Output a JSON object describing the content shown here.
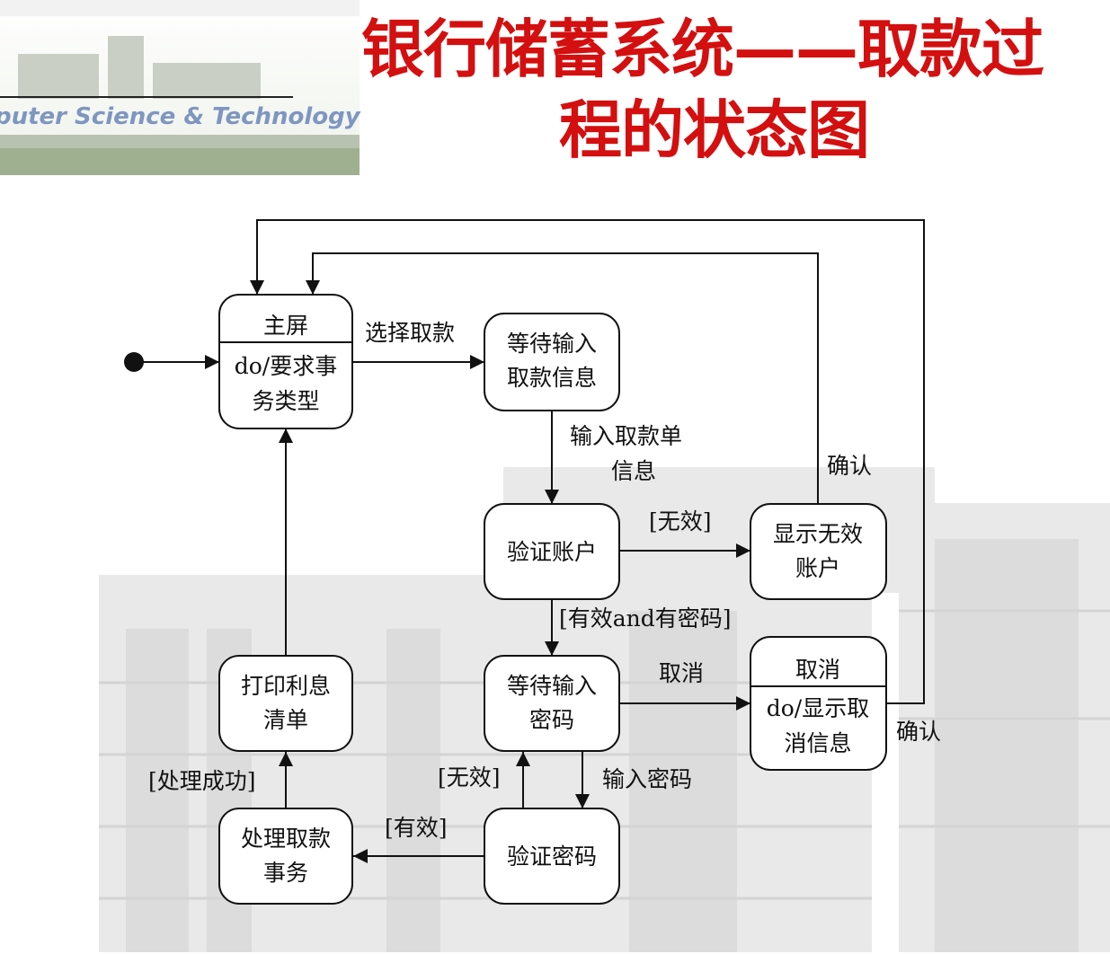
{
  "title": {
    "line1": "银行储蓄系统——取款过",
    "line2": "程的状态图"
  },
  "header_watermark": "puter Science & Technology",
  "states": {
    "main_screen": {
      "name": "主屏",
      "activity_lines": [
        "do/要求事",
        "务类型"
      ]
    },
    "await_withdraw_info": {
      "lines": [
        "等待输入",
        "取款信息"
      ]
    },
    "verify_account": {
      "lines": [
        "验证账户"
      ]
    },
    "show_invalid_account": {
      "lines": [
        "显示无效",
        "账户"
      ]
    },
    "await_password": {
      "lines": [
        "等待输入",
        "密码"
      ]
    },
    "cancel": {
      "name": "取消",
      "activity_lines": [
        "do/显示取",
        "消信息"
      ]
    },
    "print_interest": {
      "lines": [
        "打印利息",
        "清单"
      ]
    },
    "process_withdrawal": {
      "lines": [
        "处理取款",
        "事务"
      ]
    },
    "verify_password": {
      "lines": [
        "验证密码"
      ]
    }
  },
  "transitions": {
    "select_withdraw": "选择取款",
    "enter_slip_info": [
      "输入取款单",
      "信息"
    ],
    "invalid_account": "[无效]",
    "valid_with_password": "[有效and有密码]",
    "confirm_invalid": "确认",
    "cancel": "取消",
    "confirm_cancel": "确认",
    "enter_password": "输入密码",
    "invalid_password": "[无效]",
    "valid_password": "[有效]",
    "process_success": "[处理成功]"
  }
}
